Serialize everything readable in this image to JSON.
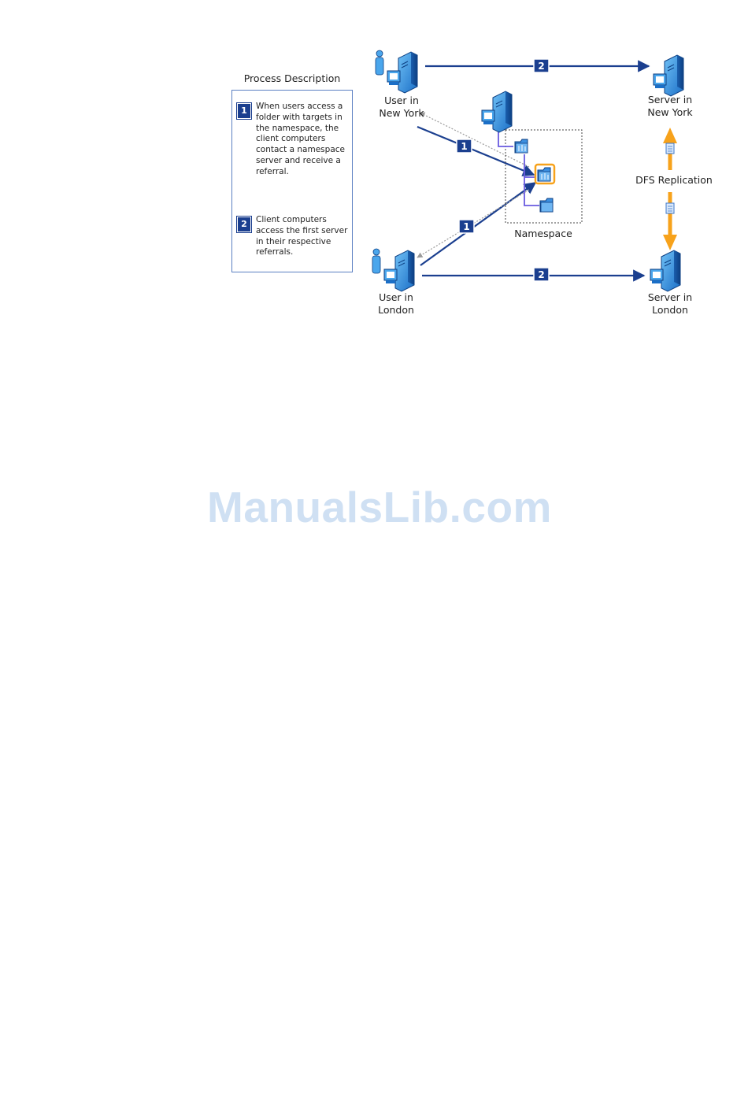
{
  "process": {
    "title": "Process Description",
    "steps": [
      {
        "number": "1",
        "text": "When users access a folder with targets in the namespace, the client computers contact a namespace server and receive a referral."
      },
      {
        "number": "2",
        "text": "Client computers access the first server in their respective referrals."
      }
    ]
  },
  "nodes": {
    "user_ny": "User in\nNew York",
    "server_ny": "Server in\nNew York",
    "user_london": "User in\nLondon",
    "server_london": "Server in\nLondon",
    "namespace": "Namespace",
    "dfs_replication": "DFS Replication"
  },
  "arrow_labels": {
    "top": "2",
    "bottom": "2",
    "ny_referral": "1",
    "london_referral": "1"
  },
  "watermark": "ManualsLib.com",
  "colors": {
    "arrow_blue": "#1b3f8f",
    "replication_orange": "#f7a21b",
    "box_border": "#5b7fc2",
    "server_blue": "#2f86d6"
  },
  "icons": [
    "user-computer-icon",
    "server-icon",
    "folder-icon",
    "document-icon"
  ]
}
